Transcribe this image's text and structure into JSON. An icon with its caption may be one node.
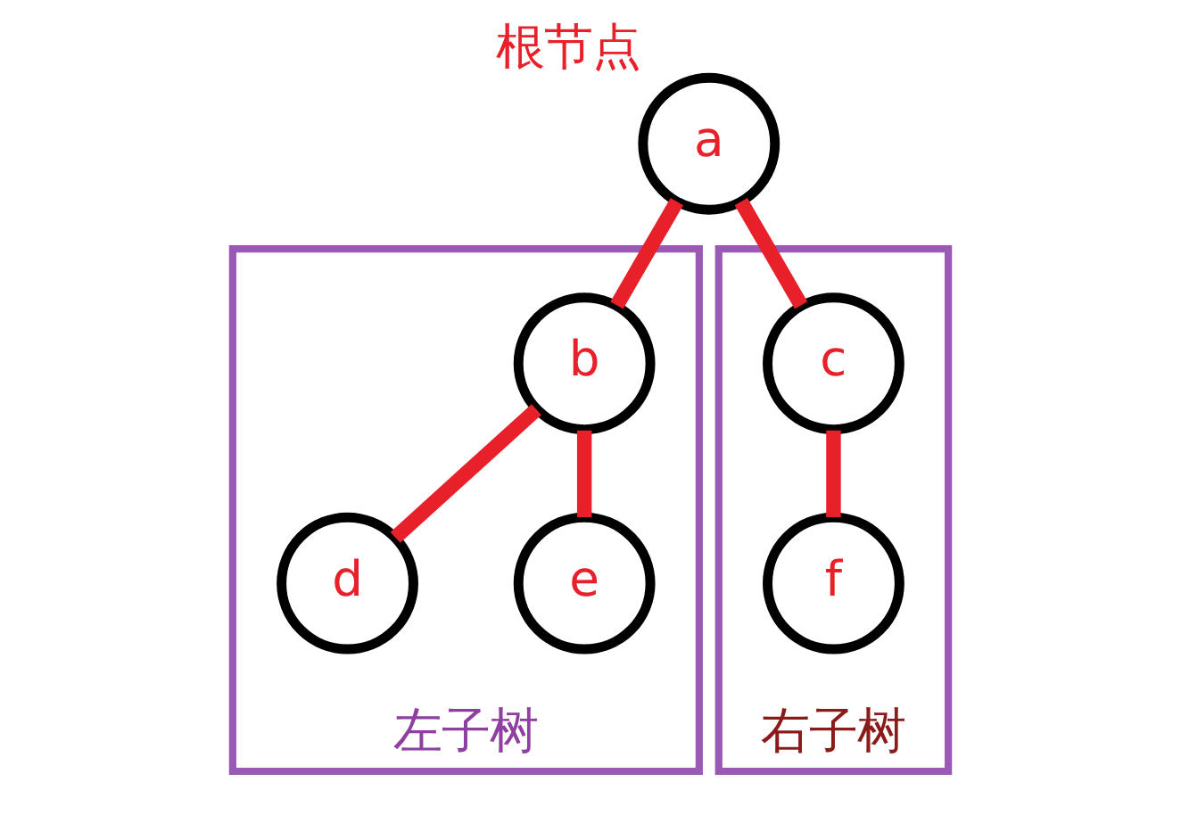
{
  "diagram": {
    "nodes": [
      {
        "text": [
          "a"
        ],
        "beside": [
          "根节点"
        ]
      },
      {
        "text": [
          "左子树"
        ]
      },
      {
        "text": [
          "b"
        ],
        "in": 1
      },
      {
        "text": [
          "d"
        ],
        "in": 1
      },
      {
        "text": [
          "e"
        ],
        "in": 1
      },
      {
        "text": [
          "右子树"
        ]
      },
      {
        "text": [
          "c"
        ],
        "in": 5
      },
      {
        "text": [
          "f"
        ],
        "in": 5
      }
    ],
    "edges": [
      {
        "from": 0,
        "to": 2,
        "arrow": "none"
      },
      {
        "from": 0,
        "to": 6,
        "arrow": "none"
      },
      {
        "from": 2,
        "to": 3,
        "arrow": "none"
      },
      {
        "from": 2,
        "to": 4,
        "arrow": "none"
      },
      {
        "from": 6,
        "to": 7,
        "arrow": "none"
      }
    ]
  }
}
